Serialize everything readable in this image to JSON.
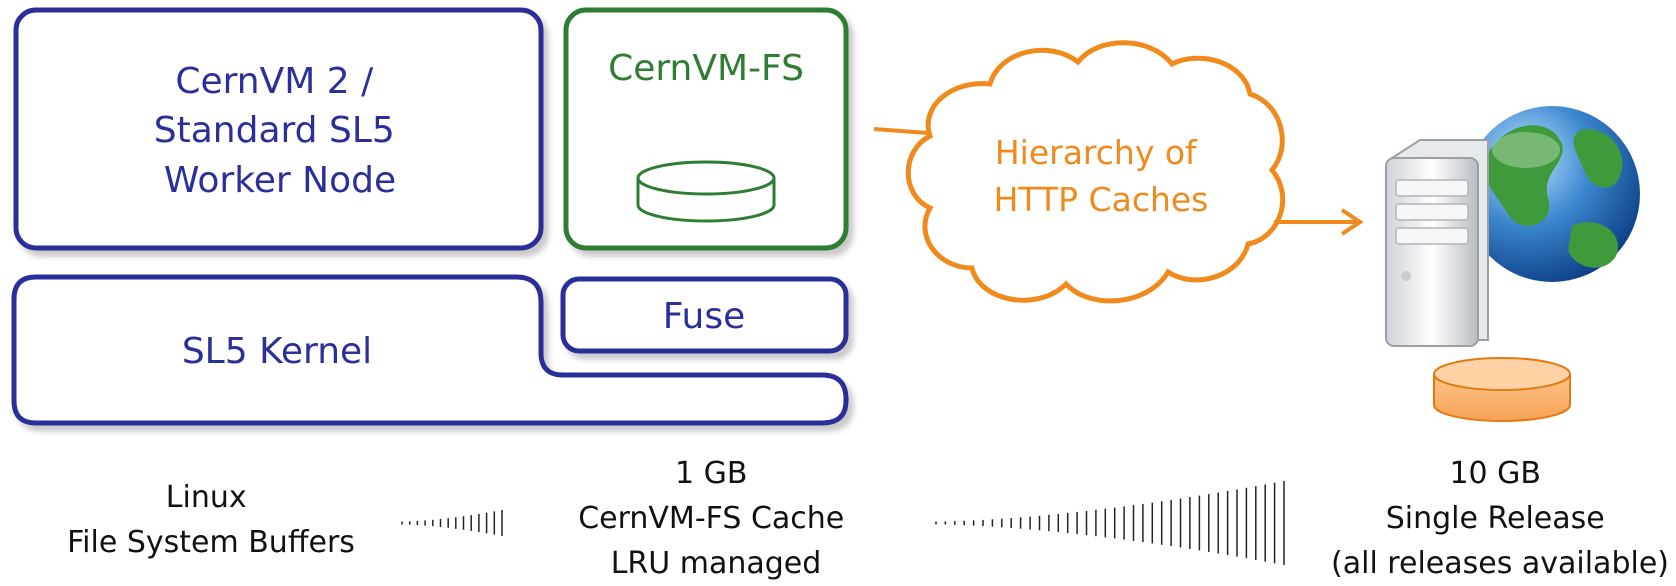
{
  "boxes": {
    "worker_node": {
      "lines": [
        "CernVM 2 /",
        "Standard SL5",
        "Worker Node"
      ]
    },
    "cvmfs": {
      "label": "CernVM-FS"
    },
    "fuse": {
      "label": "Fuse"
    },
    "kernel": {
      "label": "SL5 Kernel"
    }
  },
  "cloud": {
    "lines": [
      "Hierarchy of",
      "HTTP Caches"
    ]
  },
  "captions": {
    "left": [
      "Linux",
      "File System Buffers"
    ],
    "middle": [
      "1 GB",
      "CernVM-FS Cache",
      "LRU managed"
    ],
    "right": [
      "10 GB",
      "Single Release",
      "(all releases available)"
    ]
  },
  "colors": {
    "blue": "#2b2f99",
    "green": "#2e7d32",
    "orange": "#f08a1c",
    "text": "#111111"
  },
  "icons": [
    "disk-icon",
    "server-icon",
    "globe-icon",
    "orange-disk-icon"
  ]
}
